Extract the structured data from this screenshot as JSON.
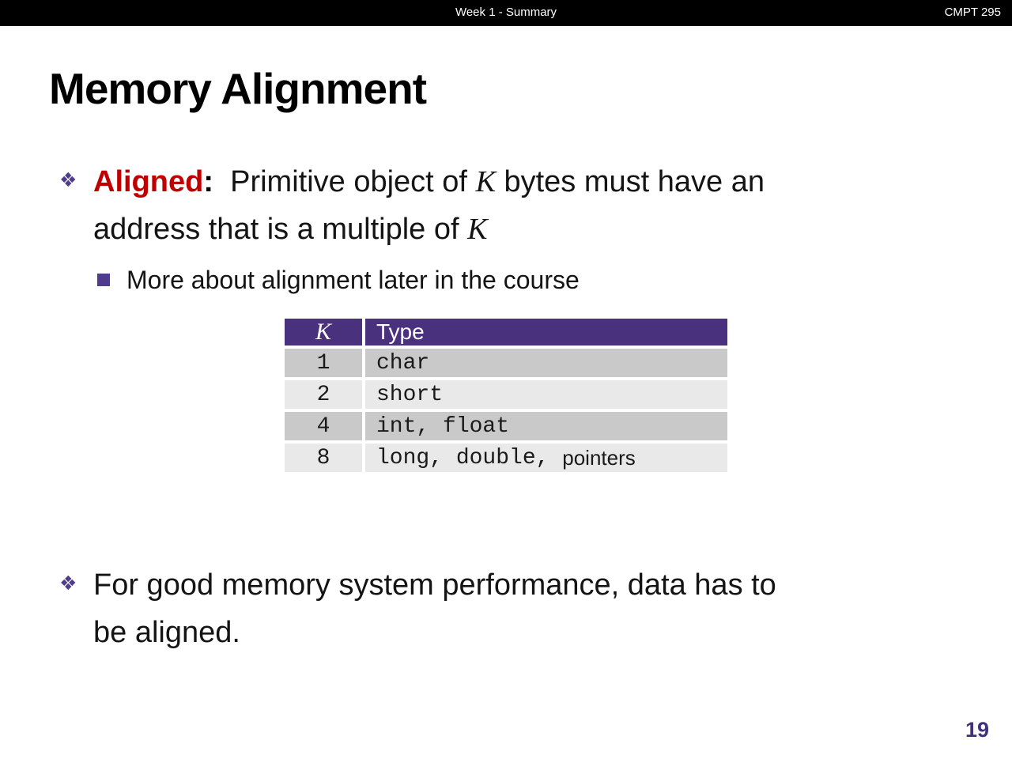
{
  "top_bar": {
    "center_text": "Week 1 - Summary",
    "right_text": "CMPT 295"
  },
  "slide": {
    "title": "Memory Alignment",
    "bullet1": {
      "marker": "❖",
      "label": "Aligned",
      "colon": ":  ",
      "line1_seg1": "Primitive object of ",
      "line1_k": "K",
      "line1_seg2": " bytes must have an",
      "line2_seg1": "address that is a multiple of ",
      "line2_k": "K"
    },
    "sub_bullet": {
      "marker": "■",
      "text": "More about alignment later in the course"
    },
    "bullet2": {
      "marker": "❖",
      "line1": "For good memory system performance, data has to",
      "line2": "be aligned."
    },
    "page_number": "19"
  },
  "table": {
    "header": {
      "k_label": "K",
      "type_label": "Type"
    },
    "rows": [
      {
        "k": "1",
        "type_mono": "char",
        "type_sans": ""
      },
      {
        "k": "2",
        "type_mono": "short",
        "type_sans": ""
      },
      {
        "k": "4",
        "type_mono": "int, float",
        "type_sans": ""
      },
      {
        "k": "8",
        "type_mono": "long, double, ",
        "type_sans": "pointers"
      }
    ]
  },
  "colors": {
    "top_bar_background": "#000000",
    "table_header_purple": "#4A317D",
    "bullet_purple": "#4F3D8C",
    "aligned_red": "#C00000",
    "row_dark_gray": "#C9C9C9",
    "row_light_gray": "#E9E9E9",
    "page_number_purple": "#41307B"
  }
}
